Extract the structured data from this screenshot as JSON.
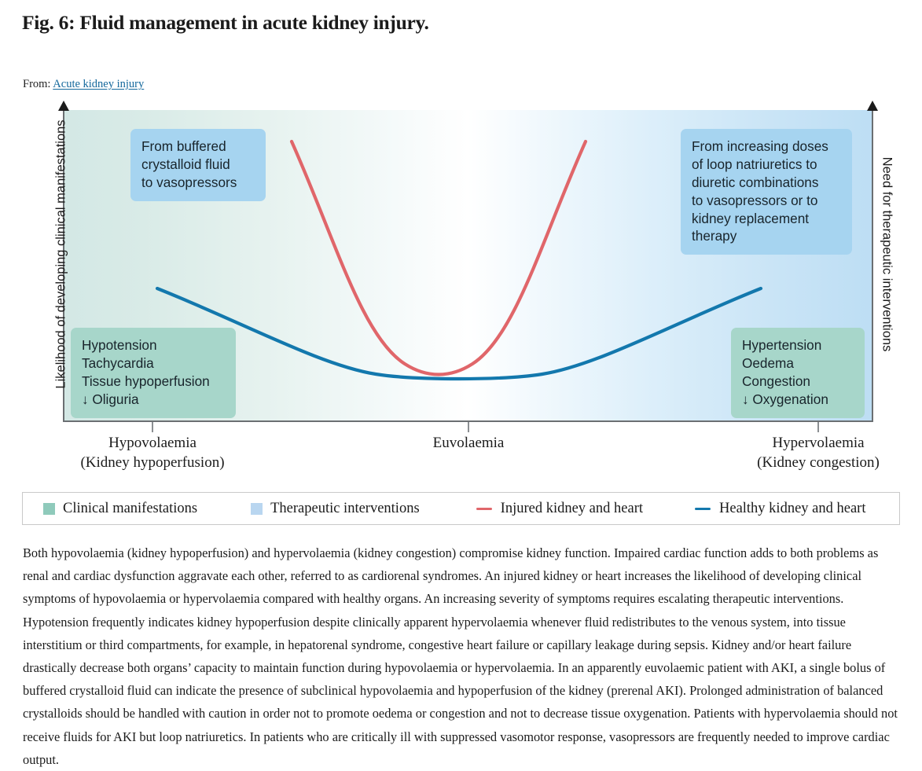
{
  "figure": {
    "title": "Fig. 6: Fluid management in acute kidney injury.",
    "from_label": "From:",
    "source_link": "Acute kidney injury"
  },
  "chart_data": {
    "type": "line",
    "title": "Fluid management in acute kidney injury",
    "xlabel": "",
    "ylabel": "Likelihood of developing clinical manifestations",
    "y2label": "Need for therapeutic interventions",
    "grid": false,
    "legend_position": "bottom",
    "x_ticks": [
      {
        "label": "Hypovolaemia",
        "sublabel": "(Kidney hypoperfusion)",
        "x": 0
      },
      {
        "label": "Euvolaemia",
        "sublabel": "",
        "x": 50
      },
      {
        "label": "Hypervolaemia",
        "sublabel": "(Kidney congestion)",
        "x": 100
      }
    ],
    "xlim": [
      0,
      100
    ],
    "ylim": [
      0,
      100
    ],
    "series": [
      {
        "name": "Injured kidney and heart",
        "color": "#e0666a",
        "description": "Steep U-shaped curve: high likelihood at both volume extremes, minimum near euvolaemia",
        "x": [
          31,
          36,
          41,
          46,
          50,
          54,
          59,
          64,
          69
        ],
        "values": [
          96,
          72,
          47,
          25,
          12,
          24,
          48,
          73,
          96
        ]
      },
      {
        "name": "Healthy kidney and heart",
        "color": "#1378ad",
        "description": "Shallow U-shaped curve: moderate likelihood at extremes, low near euvolaemia",
        "x": [
          14,
          25,
          36,
          46,
          50,
          57,
          68,
          79,
          90
        ],
        "values": [
          45,
          33,
          24,
          18,
          17,
          18,
          24,
          33,
          45
        ]
      }
    ],
    "legend": [
      {
        "label": "Clinical manifestations",
        "type": "swatch",
        "color": "#8fcabb"
      },
      {
        "label": "Therapeutic interventions",
        "type": "swatch",
        "color": "#b9d6f0"
      },
      {
        "label": "Injured kidney and heart",
        "type": "line",
        "color": "#e0666a"
      },
      {
        "label": "Healthy kidney and heart",
        "type": "line",
        "color": "#1378ad"
      }
    ],
    "annotations": [
      {
        "id": "therapy-low",
        "category": "Therapeutic interventions",
        "color": "#a6d4f0",
        "text": "From buffered\ncrystalloid fluid\nto vasopressors"
      },
      {
        "id": "therapy-high",
        "category": "Therapeutic interventions",
        "color": "#a6d4f0",
        "text": "From increasing doses\nof loop natriuretics to\ndiuretic combinations\nto vasopressors or to\nkidney replacement\ntherapy"
      },
      {
        "id": "signs-low",
        "category": "Clinical manifestations",
        "color": "#a7d6ca",
        "text": "Hypotension\nTachycardia\nTissue hypoperfusion\n↓ Oliguria"
      },
      {
        "id": "signs-high",
        "category": "Clinical manifestations",
        "color": "#a7d6ca",
        "text": "Hypertension\nOedema\nCongestion\n↓ Oxygenation"
      }
    ],
    "background_gradient": {
      "left": "#d3e8e5",
      "center": "#ffffff",
      "right": "#bddef4"
    }
  },
  "caption": {
    "text": "Both hypovolaemia (kidney hypoperfusion) and hypervolaemia (kidney congestion) compromise kidney function. Impaired cardiac function adds to both problems as renal and cardiac dysfunction aggravate each other, referred to as cardiorenal syndromes. An injured kidney or heart increases the likelihood of developing clinical symptoms of hypovolaemia or hypervolaemia compared with healthy organs. An increasing severity of symptoms requires escalating therapeutic interventions. Hypotension frequently indicates kidney hypoperfusion despite clinically apparent hypervolaemia whenever fluid redistributes to the venous system, into tissue interstitium or third compartments, for example, in hepatorenal syndrome, congestive heart failure or capillary leakage during sepsis. Kidney and/or heart failure drastically decrease both organs’ capacity to maintain function during hypovolaemia or hypervolaemia. In an apparently euvolaemic patient with AKI, a single bolus of buffered crystalloid fluid can indicate the presence of subclinical hypovolaemia and hypoperfusion of the kidney (prerenal AKI). Prolonged administration of balanced crystalloids should be handled with caution in order not to promote oedema or congestion and not to decrease tissue oxygenation. Patients with hypervolaemia should not receive fluids for AKI but loop natriuretics. In patients who are critically ill with suppressed vasomotor response, vasopressors are frequently needed to improve cardiac output."
  }
}
